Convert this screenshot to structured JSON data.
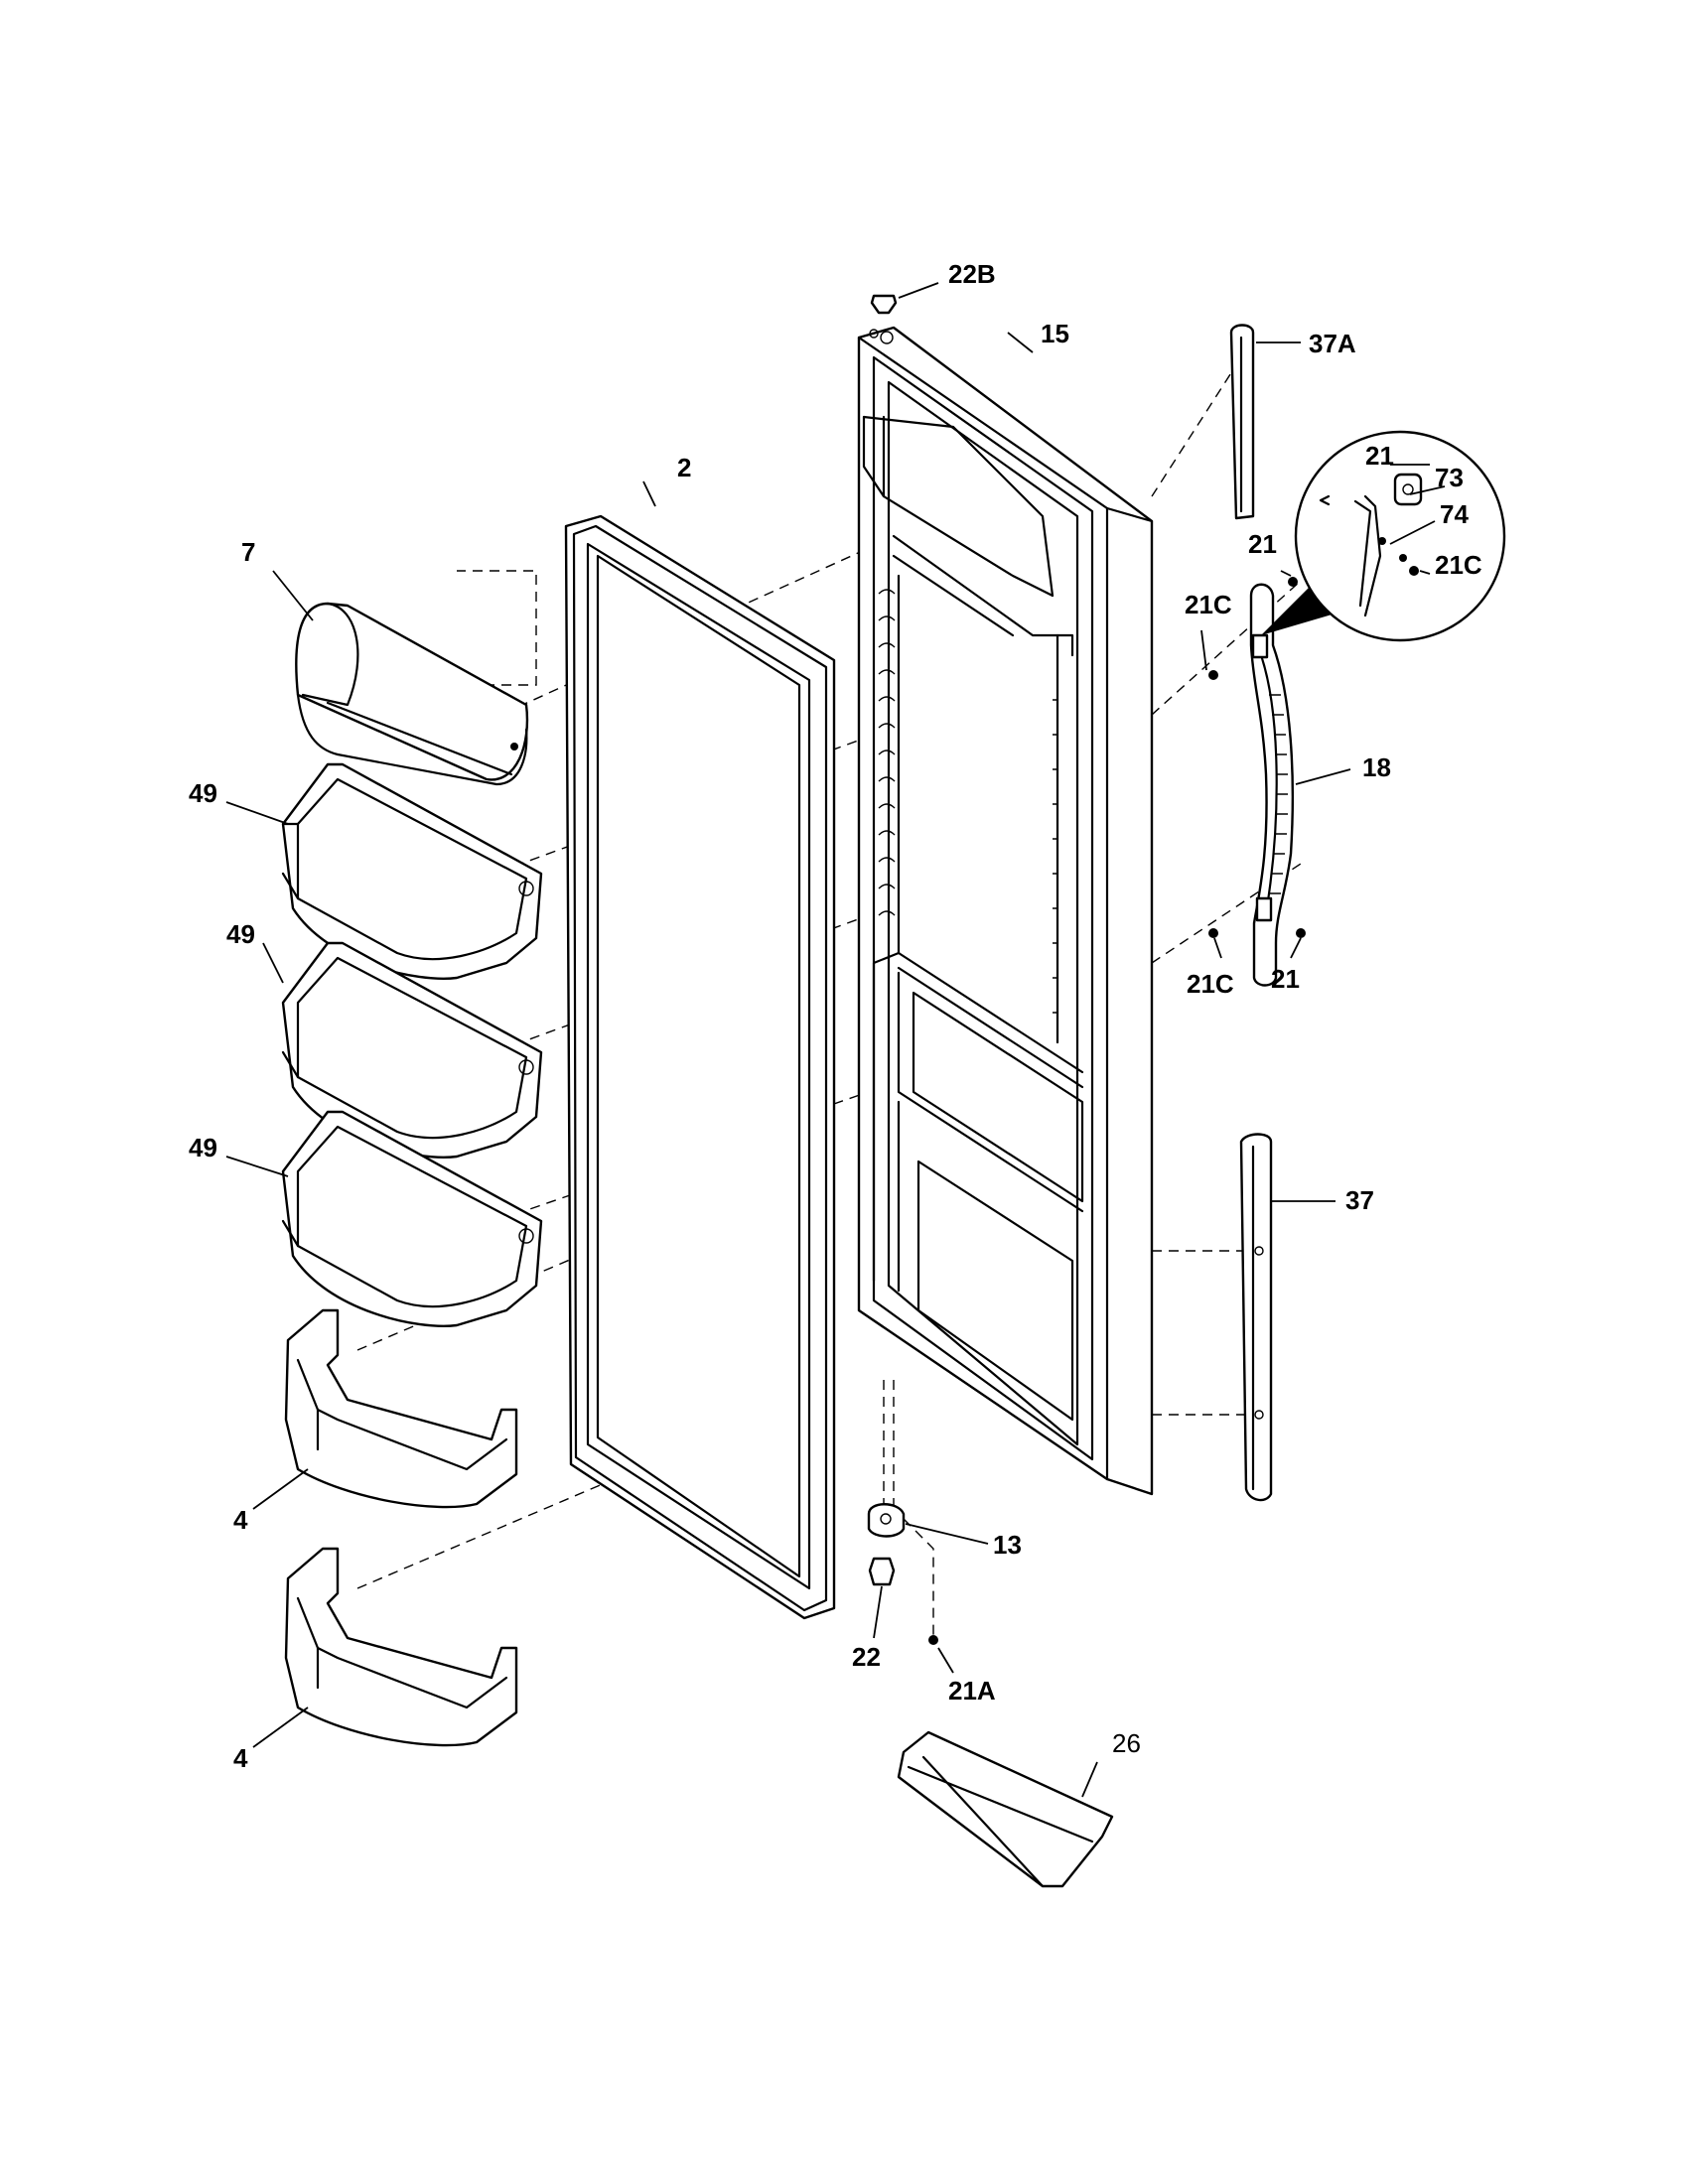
{
  "labels": {
    "p22b": "22B",
    "p15": "15",
    "p37a": "37A",
    "p2": "2",
    "p21_inset": "21",
    "p73": "73",
    "p74": "74",
    "p21c_inset": "21C",
    "p21_upper": "21",
    "p21c_upper": "21C",
    "p7": "7",
    "p49_a": "49",
    "p18": "18",
    "p49_b": "49",
    "p21c_lower": "21C",
    "p21_lower": "21",
    "p49_c": "49",
    "p37": "37",
    "p4_a": "4",
    "p13": "13",
    "p22": "22",
    "p21a": "21A",
    "p26": "26",
    "p4_b": "4"
  }
}
